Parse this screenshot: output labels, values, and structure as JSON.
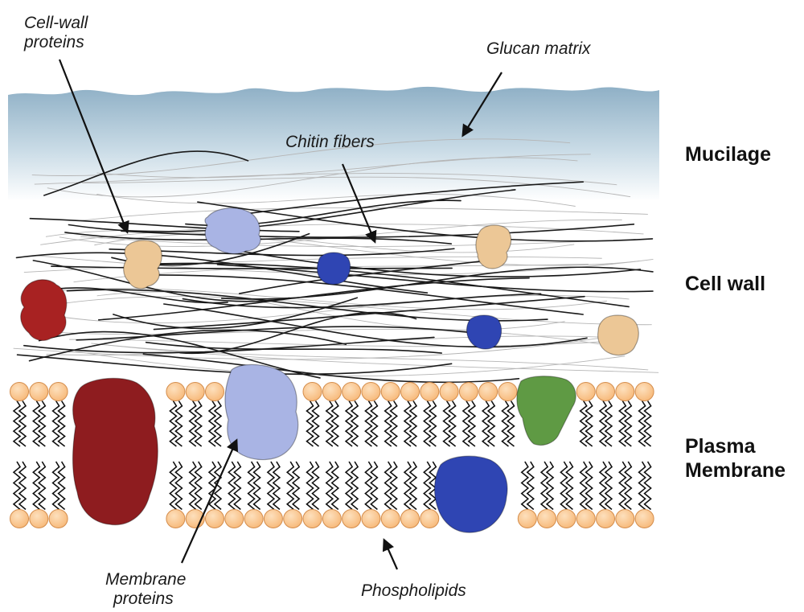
{
  "labels": {
    "cell_wall_proteins": [
      "Cell-wall",
      "proteins"
    ],
    "glucan_matrix": "Glucan matrix",
    "chitin_fibers": "Chitin fibers",
    "membrane_proteins": [
      "Membrane",
      "proteins"
    ],
    "phospholipids": "Phospholipids"
  },
  "layers": {
    "mucilage": "Mucilage",
    "cell_wall": "Cell wall",
    "plasma_membrane": [
      "Plasma",
      "Membrane"
    ]
  },
  "colors": {
    "glucan_top": "#8fb0c6",
    "glucan_bottom": "#ffffff",
    "chitin_fiber": "#1a1a1a",
    "glucan_strand": "#b5b5b5",
    "lipid_head": "#f7b878",
    "lipid_head_edge": "#d48d4c",
    "lipid_tail": "#111111",
    "protein_dark_red": "#8e1c1f",
    "protein_red": "#a82222",
    "protein_lavender": "#a9b4e4",
    "protein_blue": "#2f45b3",
    "protein_tan": "#ecc796",
    "protein_green": "#5f9a44",
    "arrow": "#111111"
  }
}
